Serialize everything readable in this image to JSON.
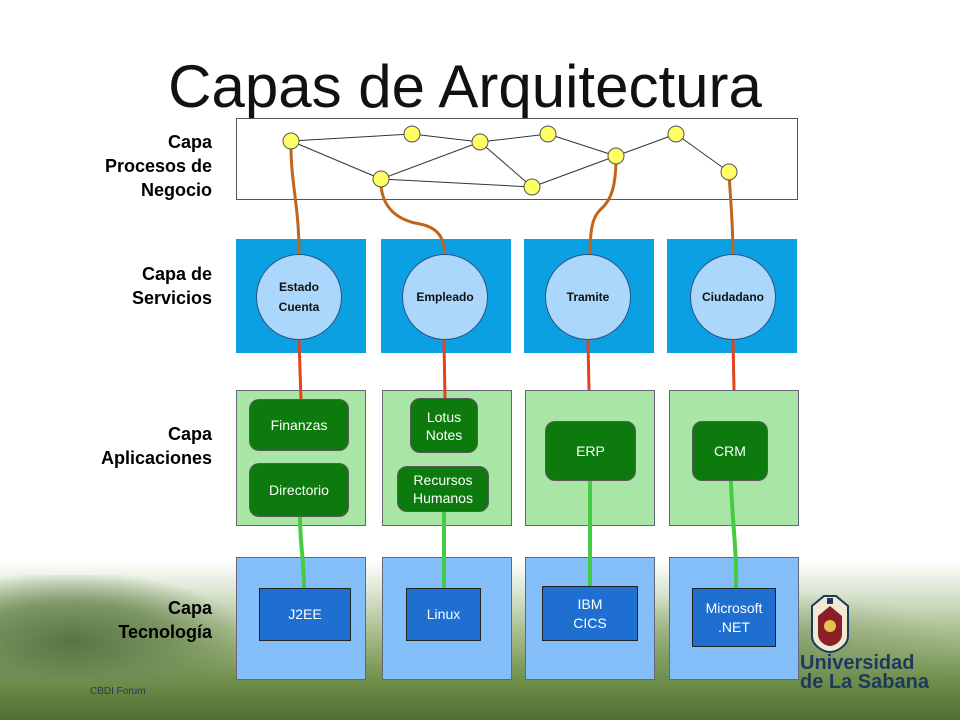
{
  "title": "Capas de Arquitectura",
  "layers": {
    "procesos": [
      "Capa",
      "Procesos de",
      "Negocio"
    ],
    "servicios": [
      "Capa de",
      "Servicios"
    ],
    "aplicaciones": [
      "Capa",
      "Aplicaciones"
    ],
    "tecnologia": [
      "Capa",
      "Tecnología"
    ]
  },
  "services": [
    {
      "line1": "Estado",
      "line2": "Cuenta"
    },
    {
      "line1": "Empleado",
      "line2": ""
    },
    {
      "line1": "Tramite",
      "line2": ""
    },
    {
      "line1": "Ciudadano",
      "line2": ""
    }
  ],
  "applications": {
    "finanzas": "Finanzas",
    "directorio": "Directorio",
    "lotus_1": "Lotus",
    "lotus_2": "Notes",
    "recursos_1": "Recursos",
    "recursos_2": "Humanos",
    "erp": "ERP",
    "crm": "CRM"
  },
  "technologies": {
    "j2ee": "J2EE",
    "linux": "Linux",
    "ibm_1": "IBM",
    "ibm_2": "CICS",
    "ms_1": "Microsoft",
    "ms_2": ".NET"
  },
  "footer": "CBDI Forum",
  "logo": {
    "line1": "Universidad",
    "line2": "de La Sabana"
  },
  "colors": {
    "service_bg": "#0aa0e2",
    "service_circle": "#aad7fb",
    "app_bg": "#a9e5a4",
    "app_button": "#0d7a0d",
    "tech_bg": "#83bef8",
    "tech_button": "#1f6fd1",
    "process_node": "#ffff66",
    "process_link": "#c0651a",
    "service_app_link": "#e2431a",
    "app_tech_link": "#44cc44"
  }
}
